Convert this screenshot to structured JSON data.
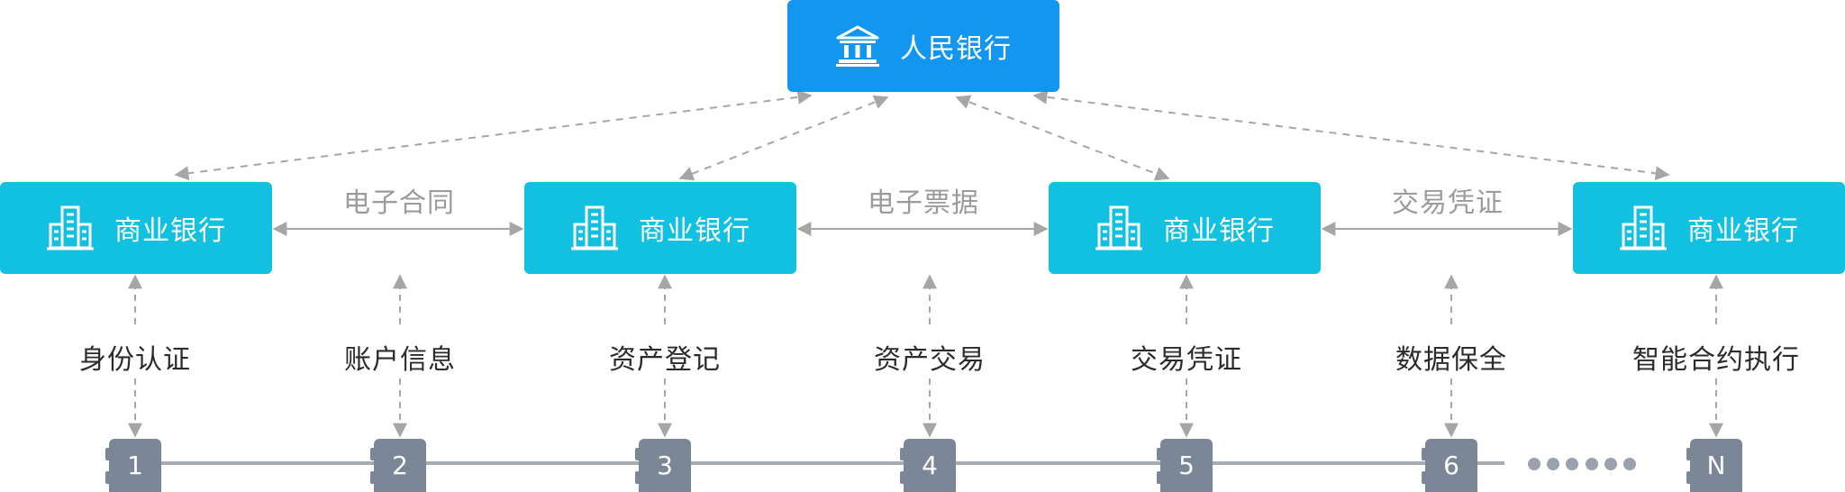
{
  "central_bank": {
    "label": "人民银行",
    "icon": "bank-building-icon",
    "color": "#1296ef"
  },
  "commercial_banks": [
    {
      "label": "商业银行",
      "icon": "office-building-icon"
    },
    {
      "label": "商业银行",
      "icon": "office-building-icon"
    },
    {
      "label": "商业银行",
      "icon": "office-building-icon"
    },
    {
      "label": "商业银行",
      "icon": "office-building-icon"
    }
  ],
  "bank_color": "#12c0df",
  "bank_links": [
    "电子合同",
    "电子票据",
    "交易凭证"
  ],
  "services": [
    "身份认证",
    "账户信息",
    "资产登记",
    "资产交易",
    "交易凭证",
    "数据保全",
    "智能合约执行"
  ],
  "chain_blocks": [
    "1",
    "2",
    "3",
    "4",
    "5",
    "6",
    "N"
  ],
  "chain_color": "#7b8797"
}
